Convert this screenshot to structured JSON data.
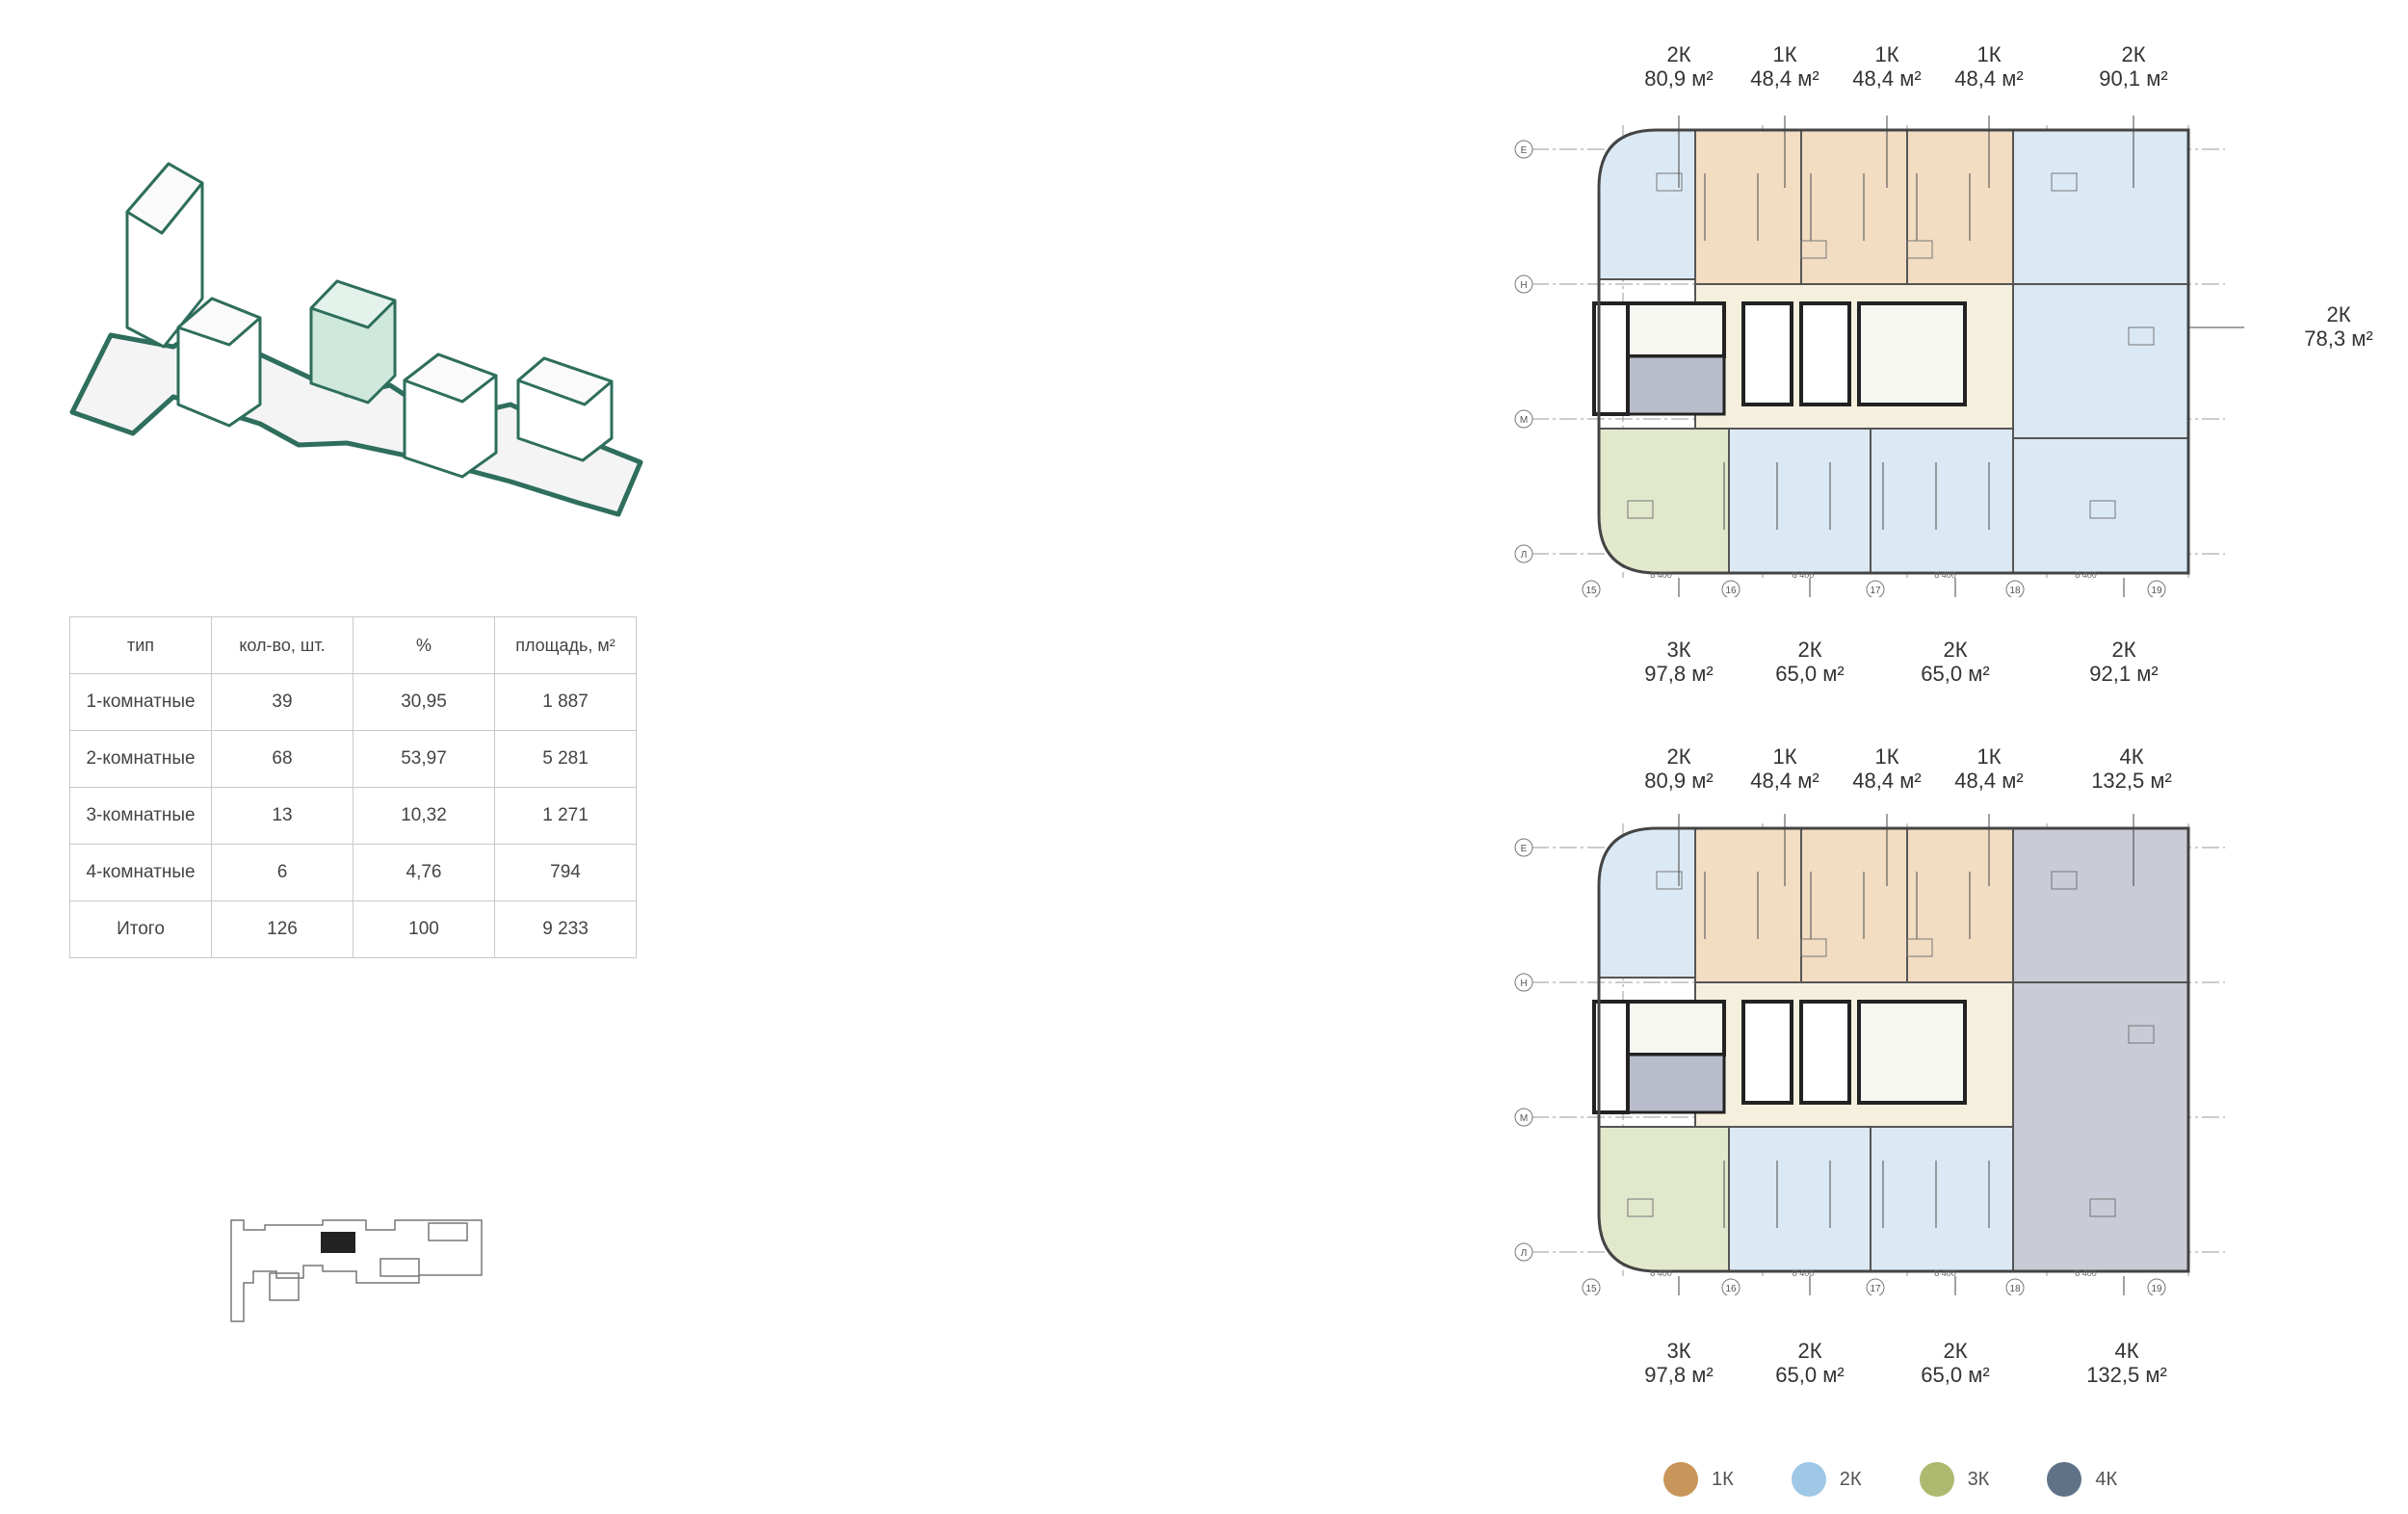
{
  "table": {
    "headers": [
      "тип",
      "кол-во, шт.",
      "%",
      "площадь, м²"
    ],
    "rows": [
      [
        "1-комнатные",
        "39",
        "30,95",
        "1 887"
      ],
      [
        "2-комнатные",
        "68",
        "53,97",
        "5 281"
      ],
      [
        "3-комнатные",
        "13",
        "10,32",
        "1 271"
      ],
      [
        "4-комнатные",
        "6",
        "4,76",
        "794"
      ],
      [
        "Итого",
        "126",
        "100",
        "9 233"
      ]
    ]
  },
  "plan_top": {
    "top_labels": [
      {
        "type": "2К",
        "area": "80,9 м²"
      },
      {
        "type": "1К",
        "area": "48,4 м²"
      },
      {
        "type": "1К",
        "area": "48,4 м²"
      },
      {
        "type": "1К",
        "area": "48,4 м²"
      },
      {
        "type": "2К",
        "area": "90,1 м²"
      }
    ],
    "side_label": {
      "type": "2К",
      "area": "78,3 м²"
    },
    "bottom_labels": [
      {
        "type": "3К",
        "area": "97,8 м²"
      },
      {
        "type": "2К",
        "area": "65,0 м²"
      },
      {
        "type": "2К",
        "area": "65,0 м²"
      },
      {
        "type": "2К",
        "area": "92,1 м²"
      }
    ]
  },
  "plan_bottom": {
    "top_labels": [
      {
        "type": "2К",
        "area": "80,9 м²"
      },
      {
        "type": "1К",
        "area": "48,4 м²"
      },
      {
        "type": "1К",
        "area": "48,4 м²"
      },
      {
        "type": "1К",
        "area": "48,4 м²"
      },
      {
        "type": "4К",
        "area": "132,5 м²"
      }
    ],
    "bottom_labels": [
      {
        "type": "3К",
        "area": "97,8 м²"
      },
      {
        "type": "2К",
        "area": "65,0 м²"
      },
      {
        "type": "2К",
        "area": "65,0 м²"
      },
      {
        "type": "4К",
        "area": "132,5 м²"
      }
    ]
  },
  "axes": {
    "rows": [
      "Е",
      "Н",
      "М",
      "Л"
    ],
    "cols": [
      "15",
      "16",
      "17",
      "18",
      "19"
    ],
    "dim": "8 400"
  },
  "legend": [
    {
      "label": "1К",
      "color": "#c8955a"
    },
    {
      "label": "2К",
      "color": "#9fc8e6"
    },
    {
      "label": "3К",
      "color": "#aeb970"
    },
    {
      "label": "4К",
      "color": "#5f7288"
    }
  ],
  "colors": {
    "c1": "#f2dcc2",
    "c2": "#dbe9f4",
    "c3": "#e2e8cc",
    "c4": "#c9cbd6",
    "core": "#f5efdd",
    "accent": "#2e6e5c",
    "highlight": "#cfe8dc"
  }
}
